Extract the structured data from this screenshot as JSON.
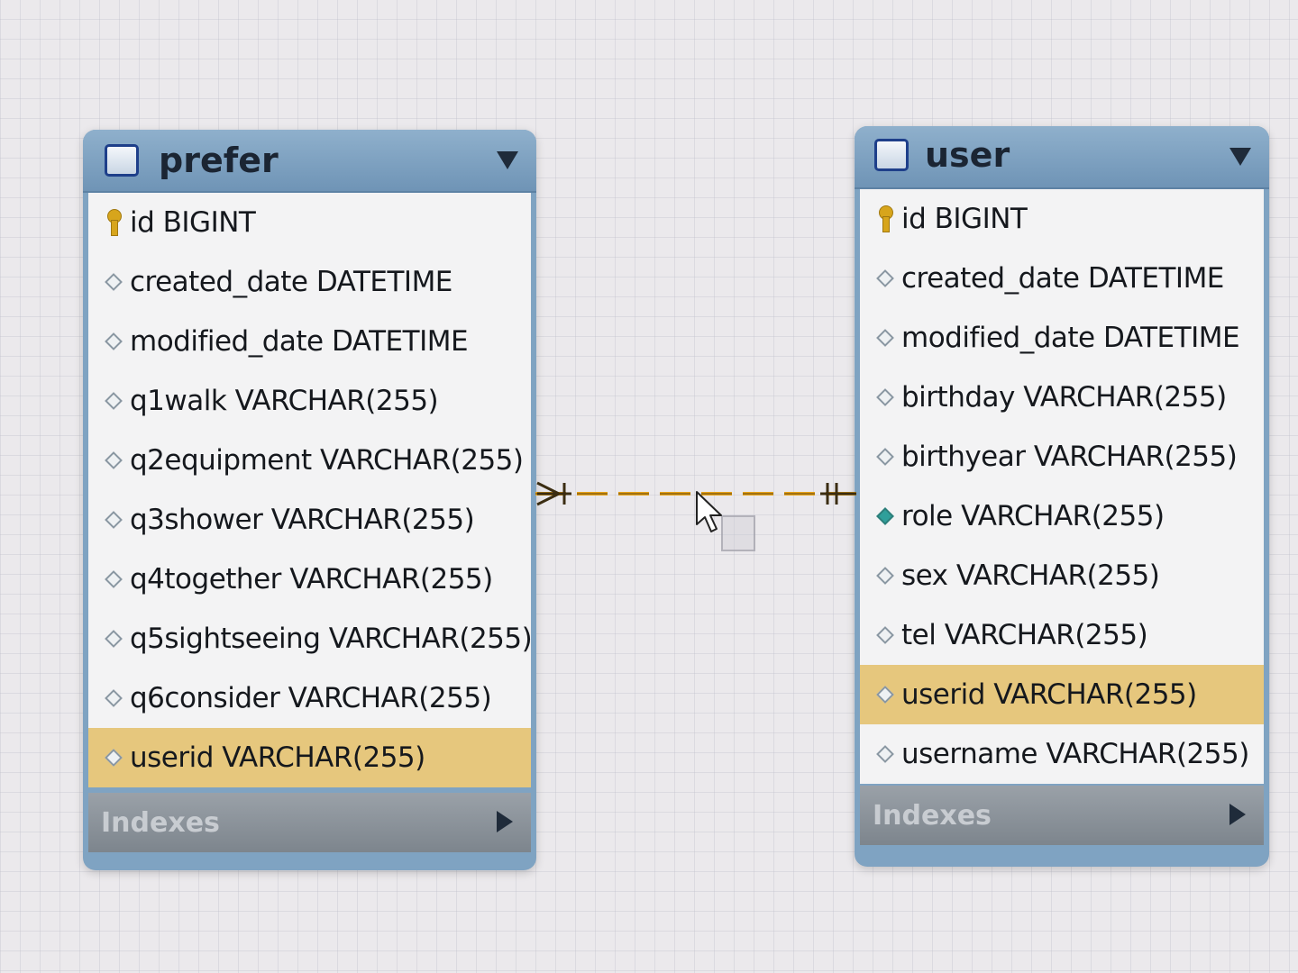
{
  "tables": [
    {
      "title": "prefer",
      "columns": [
        {
          "text": "id BIGINT",
          "icon": "key-icon"
        },
        {
          "text": "created_date DATETIME",
          "icon": "diamond-icon"
        },
        {
          "text": "modified_date DATETIME",
          "icon": "diamond-icon"
        },
        {
          "text": "q1walk VARCHAR(255)",
          "icon": "diamond-icon"
        },
        {
          "text": "q2equipment VARCHAR(255)",
          "icon": "diamond-icon"
        },
        {
          "text": "q3shower VARCHAR(255)",
          "icon": "diamond-icon"
        },
        {
          "text": "q4together VARCHAR(255)",
          "icon": "diamond-icon"
        },
        {
          "text": "q5sightseeing VARCHAR(255)",
          "icon": "diamond-icon"
        },
        {
          "text": "q6consider VARCHAR(255)",
          "icon": "diamond-icon"
        },
        {
          "text": "userid VARCHAR(255)",
          "icon": "diamond-icon",
          "highlighted": true
        }
      ],
      "indexes_label": "Indexes"
    },
    {
      "title": "user",
      "columns": [
        {
          "text": "id BIGINT",
          "icon": "key-icon"
        },
        {
          "text": "created_date DATETIME",
          "icon": "diamond-icon"
        },
        {
          "text": "modified_date DATETIME",
          "icon": "diamond-icon"
        },
        {
          "text": "birthday VARCHAR(255)",
          "icon": "diamond-icon"
        },
        {
          "text": "birthyear VARCHAR(255)",
          "icon": "diamond-icon"
        },
        {
          "text": "role VARCHAR(255)",
          "icon": "diamond-filled-icon"
        },
        {
          "text": "sex VARCHAR(255)",
          "icon": "diamond-icon"
        },
        {
          "text": "tel VARCHAR(255)",
          "icon": "diamond-icon"
        },
        {
          "text": "userid VARCHAR(255)",
          "icon": "diamond-icon",
          "highlighted": true
        },
        {
          "text": "username VARCHAR(255)",
          "icon": "diamond-icon"
        }
      ],
      "indexes_label": "Indexes"
    }
  ],
  "relationship": {
    "from": "prefer",
    "to": "user",
    "from_cardinality": "many",
    "to_cardinality": "one",
    "line_style": "dashed",
    "color": "#e8a317"
  },
  "colors": {
    "header": "#7fa3c2",
    "highlight_row": "#e6c77d",
    "key": "#d7a51c",
    "indexes_bar": "#8a9199"
  }
}
